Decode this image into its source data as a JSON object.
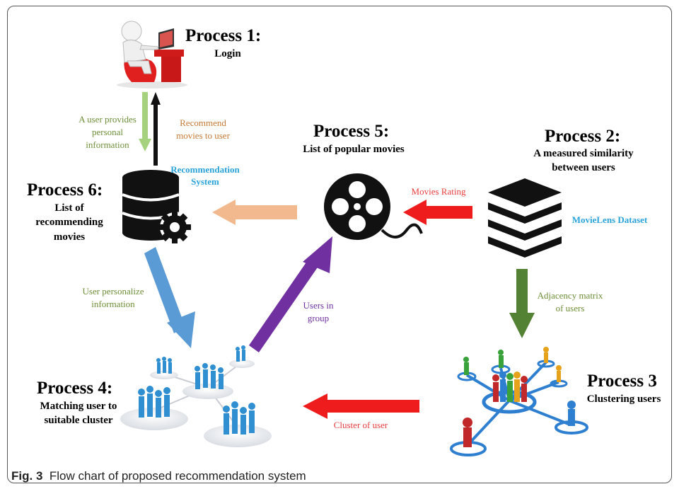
{
  "process1": {
    "title": "Process 1:",
    "subtitle": "Login"
  },
  "process2": {
    "title": "Process 2:",
    "subtitle_line1": "A measured similarity",
    "subtitle_line2": "between users"
  },
  "process3": {
    "title": "Process 3",
    "subtitle": "Clustering users"
  },
  "process4": {
    "title": "Process 4:",
    "subtitle_line1": "Matching user to",
    "subtitle_line2": "suitable cluster"
  },
  "process5": {
    "title": "Process 5:",
    "subtitle": "List of popular movies"
  },
  "process6": {
    "title": "Process 6:",
    "subtitle_line1": "List of",
    "subtitle_line2": "recommending",
    "subtitle_line3": "movies"
  },
  "labels": {
    "user_provides_1": "A user provides",
    "user_provides_2": "personal",
    "user_provides_3": "information",
    "recommend_1": "Recommend",
    "recommend_2": "movies to user",
    "rec_system_1": "Recommendation",
    "rec_system_2": "System",
    "movies_rating": "Movies Rating",
    "movielens": "MovieLens Dataset",
    "adjacency_1": "Adjacency matrix",
    "adjacency_2": "of users",
    "personalize_1": "User personalize",
    "personalize_2": "information",
    "users_group_1": "Users in",
    "users_group_2": "group",
    "cluster_of_user": "Cluster of user"
  },
  "caption": {
    "fig": "Fig. 3",
    "text": "Flow chart of proposed recommendation system"
  },
  "colors": {
    "green_arrow": "#a6d17f",
    "peach_arrow": "#f2b98e",
    "red_arrow": "#ee1c1c",
    "dark_green_arrow": "#548235",
    "blue_arrow": "#5b9bd5",
    "purple_arrow": "#7030a0",
    "label_green": "#6f8f3a",
    "label_orange": "#c57a36",
    "label_red": "#e84040",
    "label_blue": "#29a3d9",
    "label_purple": "#7030a0"
  },
  "icons": [
    "user-at-laptop-icon",
    "database-gear-icon",
    "film-reel-icon",
    "layers-stack-icon",
    "people-network-icon",
    "clustered-people-icon"
  ]
}
